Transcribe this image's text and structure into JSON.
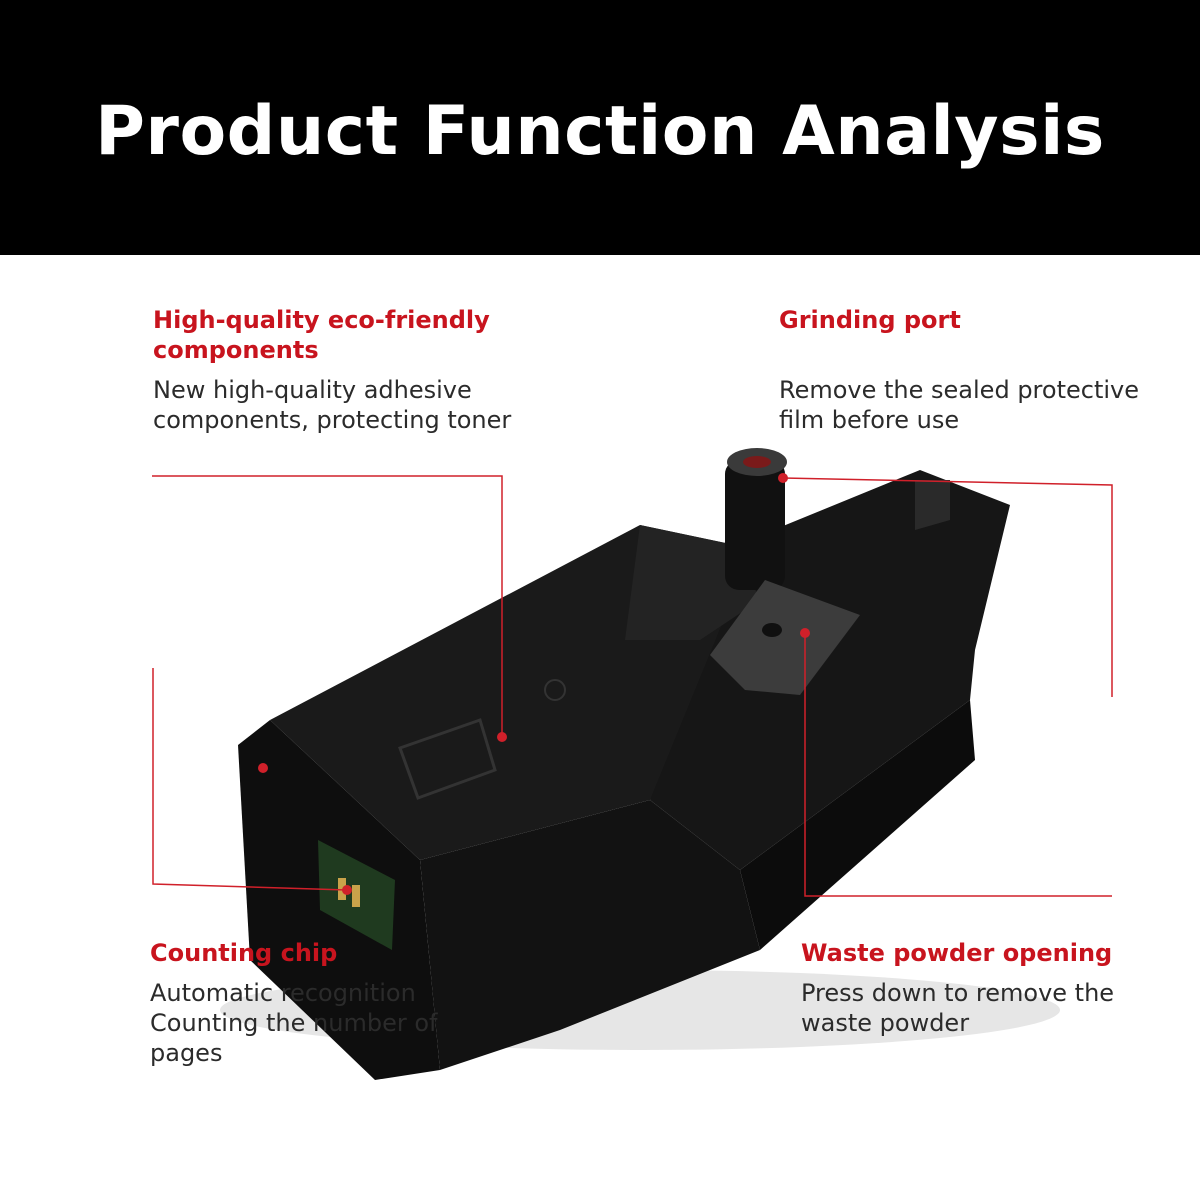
{
  "header": {
    "title": "Product Function Analysis"
  },
  "callouts": [
    {
      "title": "High-quality eco-friendly components",
      "description": "New high-quality adhesive components, protecting toner"
    },
    {
      "title": "Grinding port",
      "description": "Remove the sealed protective film before use"
    },
    {
      "title": "Counting chip",
      "description": "Automatic recognition Counting the number of pages"
    },
    {
      "title": "Waste powder opening",
      "description": "Press down to remove the waste powder"
    }
  ],
  "colors": {
    "banner": "#000000",
    "accent": "#c8141e",
    "leader_line": "#d0202a",
    "body_text": "#2b2b2b"
  },
  "product": {
    "icon": "toner-cartridge-icon"
  }
}
